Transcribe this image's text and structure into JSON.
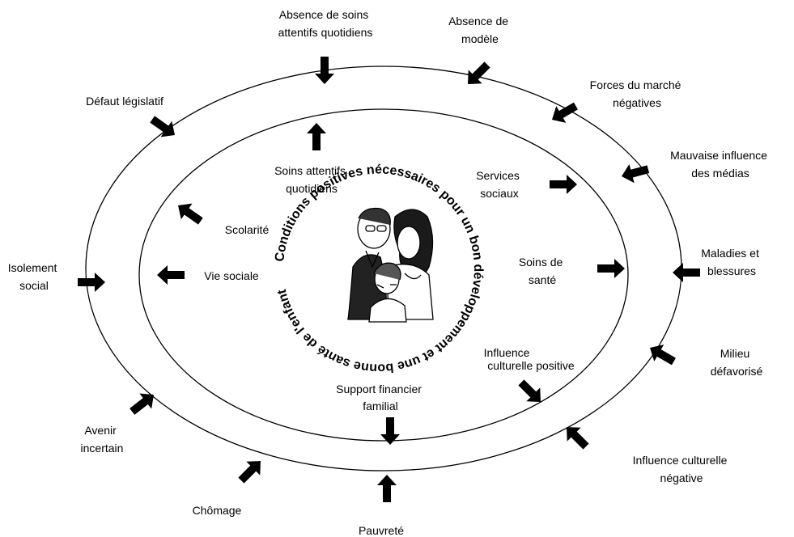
{
  "outer_factors": {
    "absence_soins": [
      "Absence de soins",
      "attentifs quotidiens"
    ],
    "absence_modele": [
      "Absence de",
      "modèle"
    ],
    "forces_marche": [
      "Forces du marché",
      "négatives"
    ],
    "mauvaise_influence": [
      "Mauvaise influence",
      "des médias"
    ],
    "maladies": [
      "Maladies et",
      "blessures"
    ],
    "milieu": [
      "Milieu",
      "défavorisé"
    ],
    "influence_negative": [
      "Influence culturelle",
      "négative"
    ],
    "pauvrete": [
      "Pauvreté"
    ],
    "chomage": [
      "Chômage"
    ],
    "avenir": [
      "Avenir",
      "incertain"
    ],
    "isolement": [
      "Isolement",
      "social"
    ],
    "defaut_legislatif": [
      "Défaut législatif"
    ]
  },
  "inner_factors": {
    "soins_attentifs": [
      "Soins attentifs",
      "quotidiens"
    ],
    "services_sociaux": [
      "Services",
      "sociaux"
    ],
    "soins_sante": [
      "Soins de",
      "santé"
    ],
    "influence_positive": [
      "Influence",
      "culturelle  positive"
    ],
    "support_financier": [
      "Support financier",
      "familial"
    ],
    "vie_sociale": [
      "Vie sociale"
    ],
    "scolarite": [
      "Scolarité"
    ]
  },
  "center": {
    "circular_text": "Conditions positives nécessaires pour un bon développement et une bonne santé de l'enfant",
    "illustration": "family-illustration"
  },
  "colors": {
    "stroke": "#000000",
    "arrow": "#000000",
    "background": "#ffffff"
  }
}
